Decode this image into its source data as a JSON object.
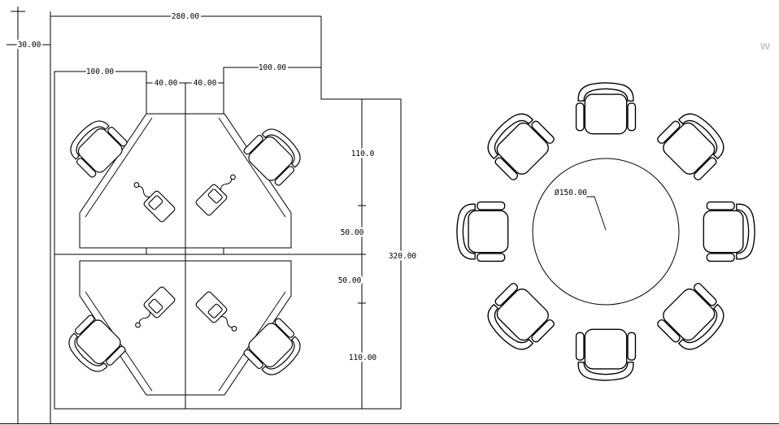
{
  "canvas": {
    "background_color": "#ffffff",
    "line_color": "#000000",
    "watermark_text": "w"
  },
  "workstation_plan": {
    "dims": {
      "total_width": "280.00",
      "wall_offset": "30.00",
      "left_desk_width": "100.00",
      "spine_left": "40.00",
      "spine_right": "40.00",
      "right_desk_width": "100.00",
      "right_seg_top": "110.0",
      "right_seg_upper_mid": "50.00",
      "total_height": "320.00",
      "right_seg_lower_mid": "50.00",
      "right_seg_bottom": "110.00"
    },
    "chair_count": 4,
    "phone_count": 4
  },
  "round_table_plan": {
    "diameter_label": "Ø150.00",
    "chair_count": 8
  }
}
